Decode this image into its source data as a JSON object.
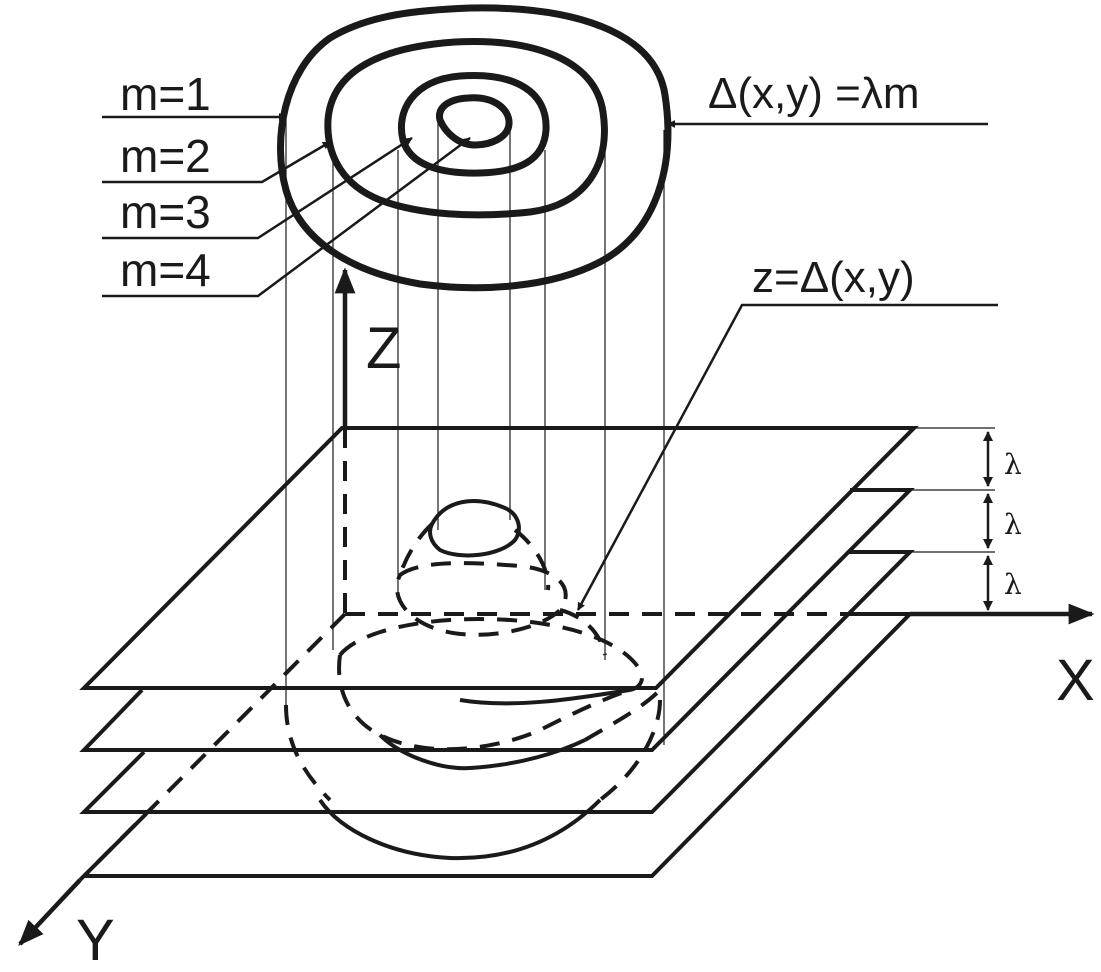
{
  "contour_labels": [
    {
      "text": "m=1"
    },
    {
      "text": "m=2"
    },
    {
      "text": "m=3"
    },
    {
      "text": "m=4"
    }
  ],
  "equations": {
    "contour_condition": "Δ(x,y) =λm",
    "surface": "z=Δ(x,y)"
  },
  "axes": {
    "x": "X",
    "y": "Y",
    "z": "Z"
  },
  "spacing_labels": [
    "λ",
    "λ",
    "λ"
  ]
}
